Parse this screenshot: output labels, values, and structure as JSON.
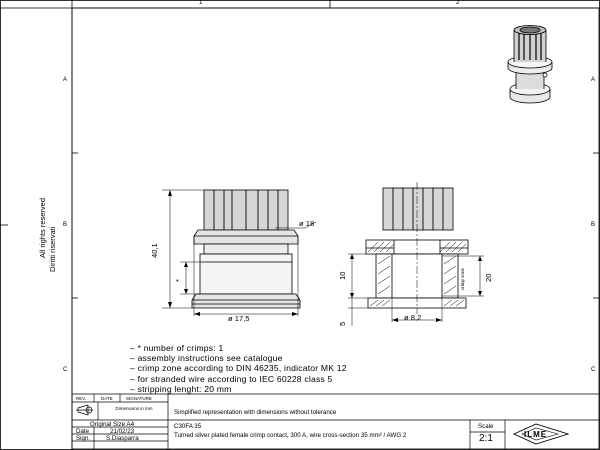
{
  "frame": {
    "col_labels": [
      "1",
      "2"
    ],
    "row_labels": [
      "A",
      "B",
      "C"
    ],
    "rights": [
      "All rights reserved",
      "Diritti riservati"
    ]
  },
  "dimensions": {
    "d18": "ø 18",
    "h40": "40,1",
    "star": "*",
    "d175": "ø 17,5",
    "h10": "10",
    "h5": "5",
    "d82": "ø 8,2",
    "h20": "20",
    "crimp_zone": "crimp zone"
  },
  "notes": [
    "– * number of crimps: 1",
    "– assembly instructions see catalogue",
    "– crimp zone according to DIN 46235, indicator MK 12",
    "– for stranded wire according to IEC 60228 class 5",
    "– stripping lenght: 20 mm"
  ],
  "title_block": {
    "headers": [
      "REV.",
      "DATE",
      "SIGNATURE"
    ],
    "dimensions_label": "Dimensions in mm",
    "original_size": "Original Size A4",
    "date_label": "Date",
    "date_value": "21/02/23",
    "sign_label": "Sign.",
    "sign_value": "S.Diasparra",
    "simplified": "Simplified representation with dimensions without tolerance",
    "code": "C30FA 35",
    "description": "Turned silver plated female crimp contact, 300 A, wire cross-section 35 mm² / AWG 2",
    "scale_label": "Scale",
    "scale_value": "2:1",
    "logo_text": "ILME"
  }
}
